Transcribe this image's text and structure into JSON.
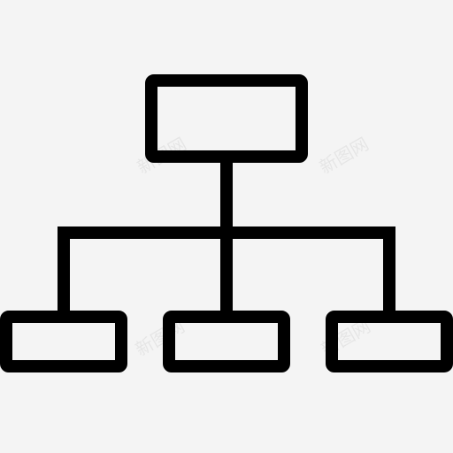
{
  "icon": {
    "name": "org-chart-icon",
    "stroke_color": "#000000",
    "background_color": "#f4f4f4"
  },
  "diagram": {
    "nodes": [
      {
        "id": "root",
        "level": 0,
        "label": ""
      },
      {
        "id": "child-left",
        "level": 1,
        "label": ""
      },
      {
        "id": "child-middle",
        "level": 1,
        "label": ""
      },
      {
        "id": "child-right",
        "level": 1,
        "label": ""
      }
    ],
    "edges": [
      {
        "from": "root",
        "to": "child-left"
      },
      {
        "from": "root",
        "to": "child-middle"
      },
      {
        "from": "root",
        "to": "child-right"
      }
    ]
  },
  "watermark": {
    "text": "新图网"
  }
}
